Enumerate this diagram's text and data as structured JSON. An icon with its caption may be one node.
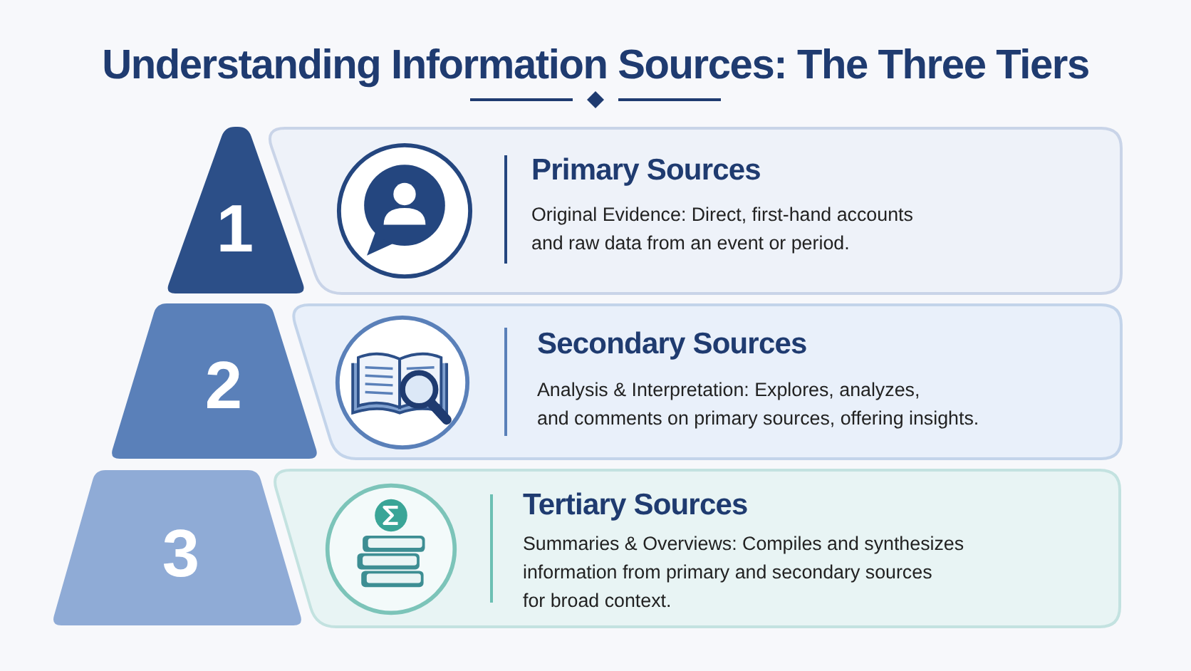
{
  "diagram": {
    "title": "Understanding Information Sources: The Three Tiers",
    "nodes": [
      {
        "text": [
          "1"
        ]
      },
      {
        "text": [
          "Primary Sources",
          "Original Evidence: Direct, first-hand accounts and raw data from an event or period."
        ]
      },
      {
        "text": [
          "2"
        ]
      },
      {
        "text": [
          "Secondary Sources",
          "Analysis & Interpretation: Explores, analyzes, and comments on primary sources, offering insights."
        ]
      },
      {
        "text": [
          "3"
        ]
      },
      {
        "text": [
          "Tertiary Sources",
          "Summaries & Overviews: Compiles and synthesizes information from primary and secondary sources for broad context."
        ]
      }
    ]
  }
}
